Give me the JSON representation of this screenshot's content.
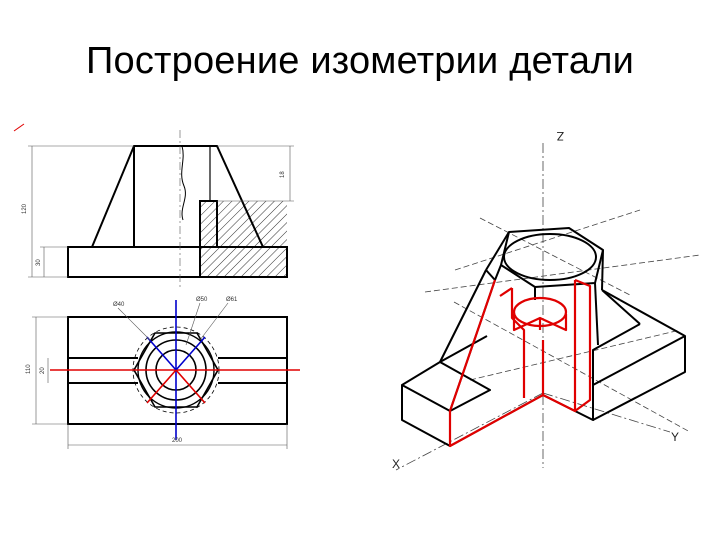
{
  "title": "Построение изометрии детали",
  "axes": {
    "x": "X",
    "y": "Y",
    "z": "Z"
  },
  "dimensions": {
    "height_total": "120",
    "height_base": "30",
    "height_top": "18",
    "dia_hex": "Ø40",
    "dia_hole": "Ø50",
    "dia_outer": "Ø61",
    "width_top_view": "110",
    "width_rib": "20",
    "length_total": "200"
  },
  "colors": {
    "outline": "#000000",
    "cut": "#e00000",
    "axis_blue": "#0000cc",
    "axis_red": "#e00000"
  }
}
